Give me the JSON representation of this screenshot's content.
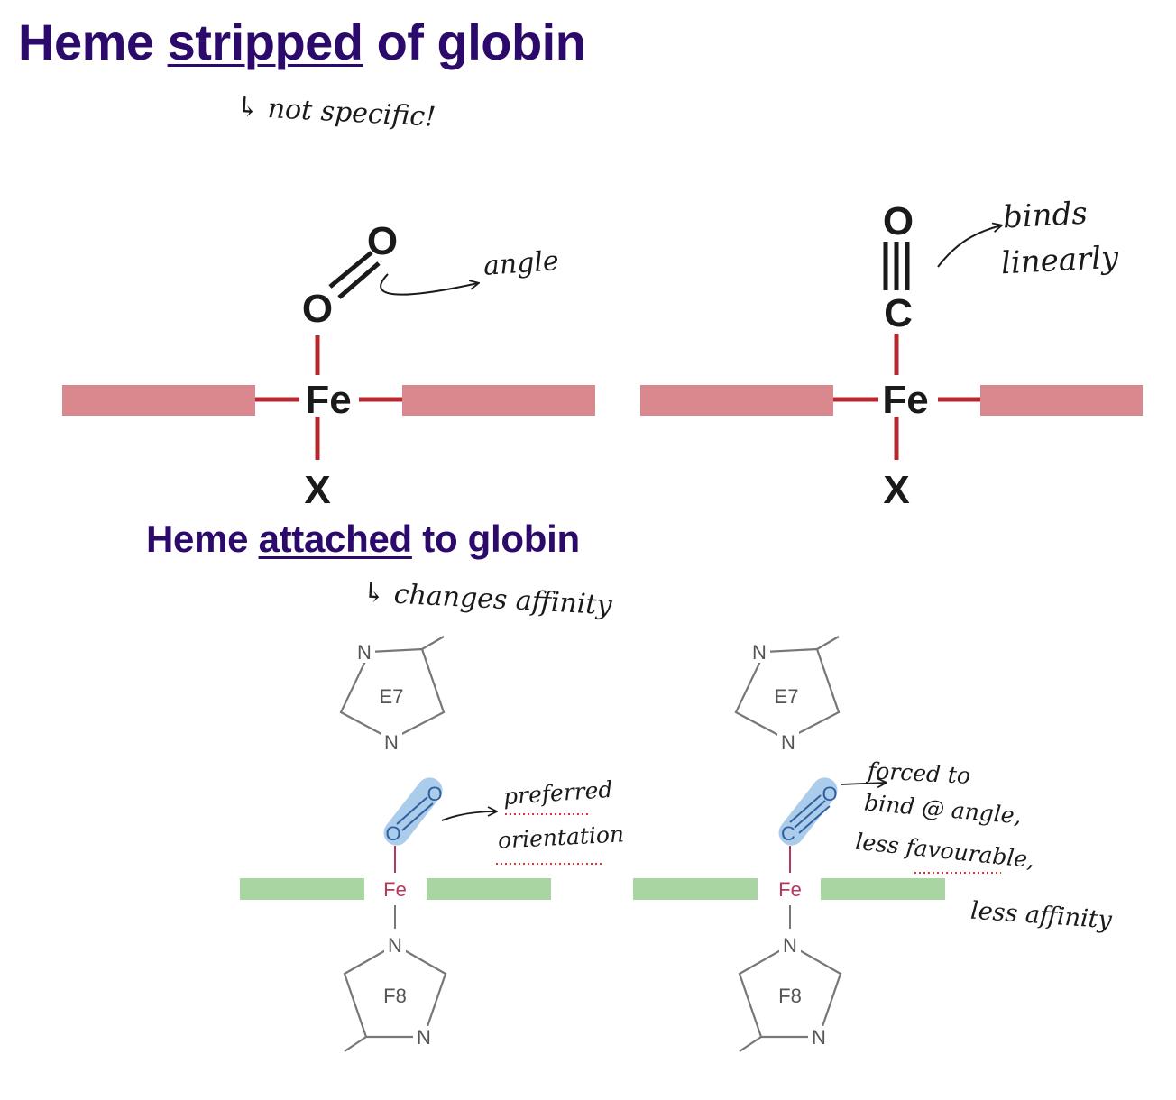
{
  "titles": {
    "stripped_pre": "Heme ",
    "stripped_ul": "stripped",
    "stripped_post": " of globin",
    "attached_pre": "Heme ",
    "attached_ul": "attached",
    "attached_post": " to globin"
  },
  "notes": {
    "not_specific": "↳ not specific!",
    "angle": "angle",
    "binds_linearly_1": "binds",
    "binds_linearly_2": "linearly",
    "changes_affinity": "↳ changes affinity",
    "preferred_1": "preferred",
    "preferred_2": "orientation",
    "forced_1": "forced to",
    "forced_2": "bind @ angle,",
    "forced_3": "less favourable,",
    "less_affinity": "less affinity"
  },
  "atoms": {
    "o": "O",
    "c": "C",
    "fe": "Fe",
    "x": "X",
    "n": "N",
    "e7": "E7",
    "f8": "F8"
  },
  "colors": {
    "title": "#2b0a6b",
    "heme_top": "#d9888e",
    "heme_bottom": "#a8d5a2",
    "fe_bond": "#b8262e",
    "ligand_highlight": "#9cc4e8",
    "bottom_fe": "#b03a5a",
    "bottom_ligand": "#2f5f9e"
  }
}
